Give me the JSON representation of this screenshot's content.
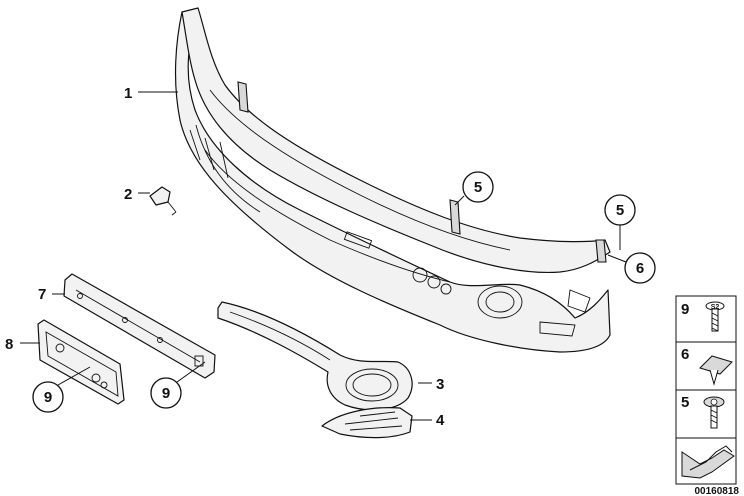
{
  "diagram": {
    "part_labels": {
      "p1": "1",
      "p2": "2",
      "p3": "3",
      "p4": "4",
      "p7": "7",
      "p8": "8"
    },
    "callouts": {
      "c5_top": "5",
      "c5_right": "5",
      "c6": "6",
      "c9_left": "9",
      "c9_mid": "9"
    },
    "legend": {
      "row1_num": "9",
      "row1_tag": "S2",
      "row2_num": "6",
      "row3_num": "5"
    },
    "image_code": "00160818"
  }
}
